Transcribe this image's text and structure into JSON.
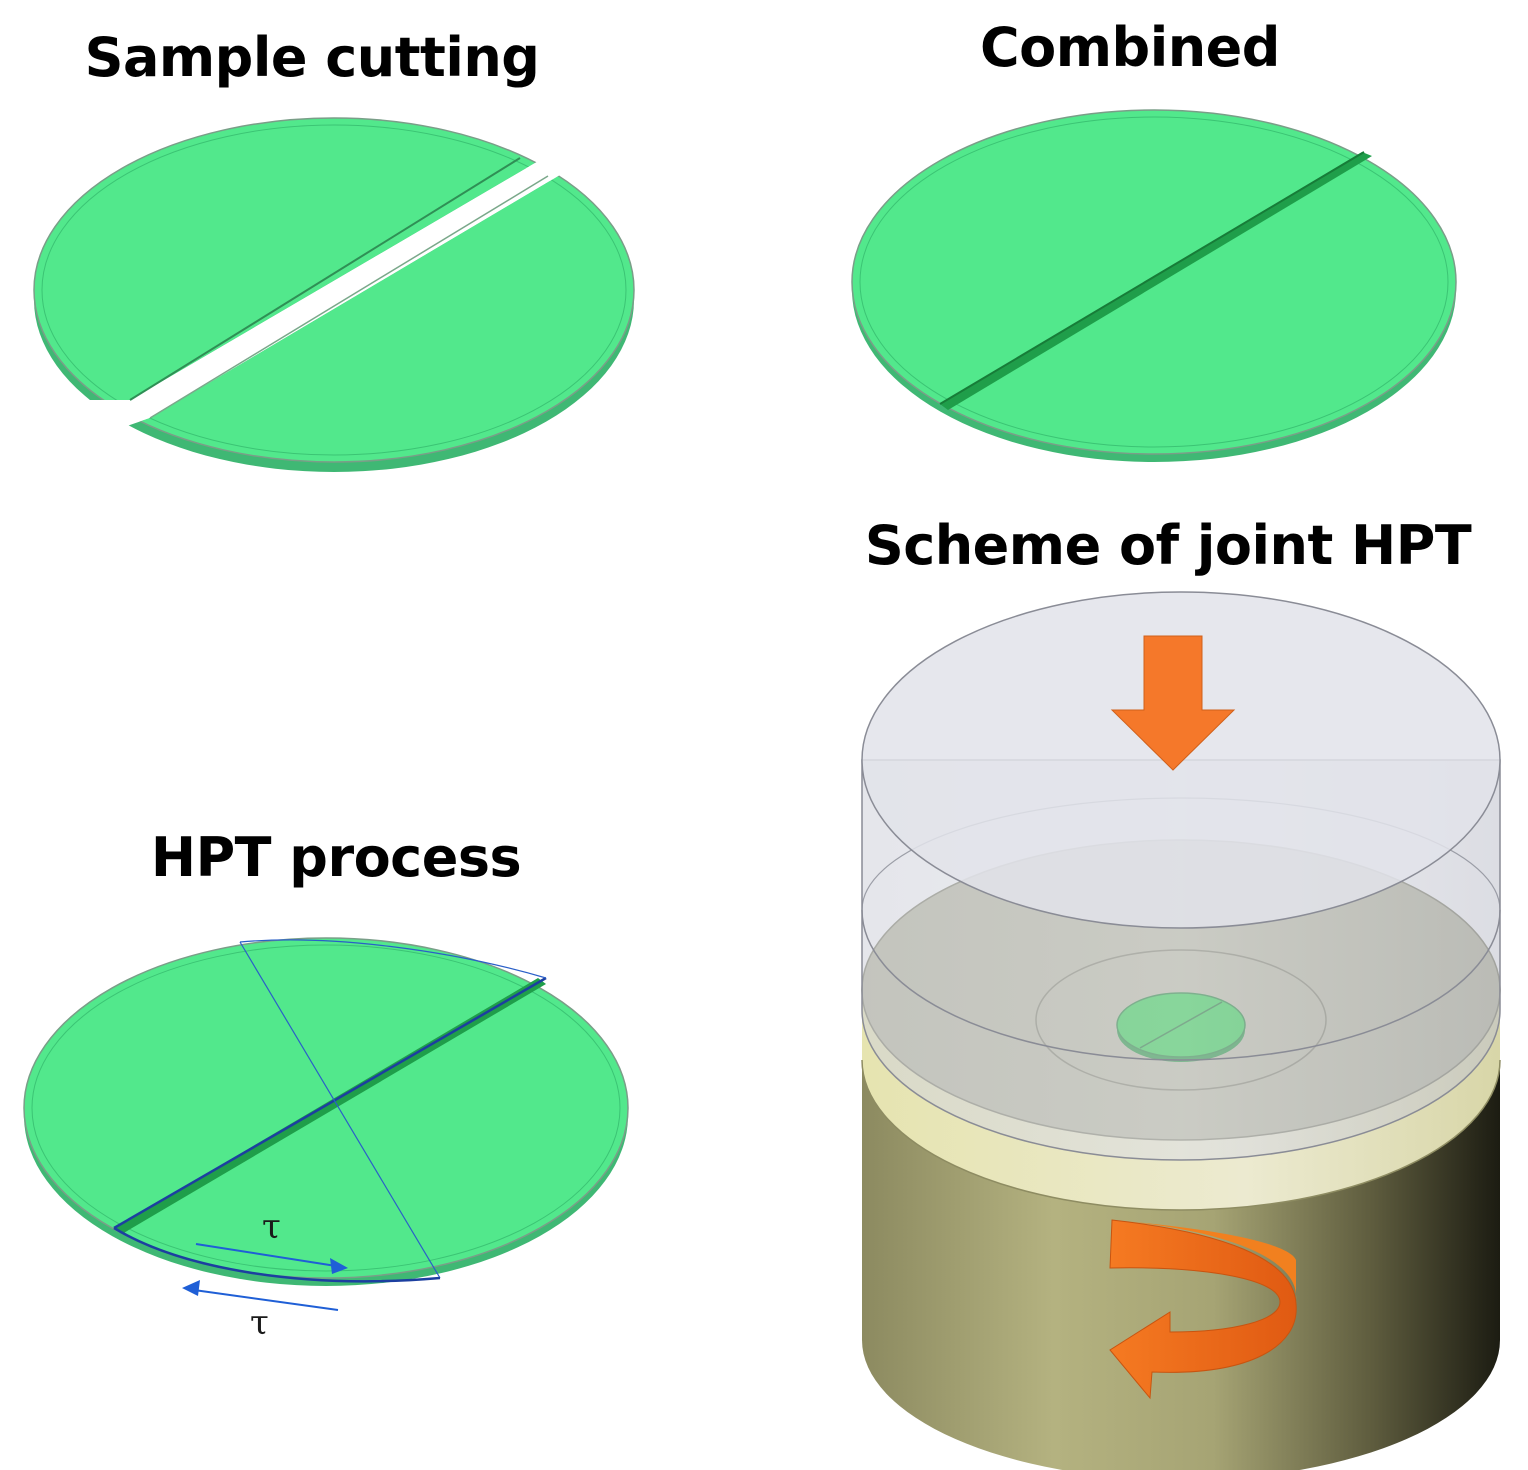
{
  "panels": {
    "sample_cutting": {
      "title": "Sample cutting"
    },
    "combined": {
      "title": "Combined"
    },
    "scheme": {
      "title": "Scheme of joint HPT"
    },
    "hpt_process": {
      "title": "HPT process",
      "shear_label_top": "τ",
      "shear_label_bottom": "τ"
    }
  },
  "colors": {
    "sample_green": "#52e88c",
    "seam_green": "#1f9e4a",
    "anvil_upper": "#d8dae2",
    "anvil_lower": "#a8a878",
    "anvil_band": "#e8e6b0",
    "arrow_orange": "#f5782a",
    "shear_blue": "#1f5fd6"
  },
  "icons": {
    "pressure_arrow": "down-arrow-icon",
    "torsion_arrow": "curved-rotation-arrow-icon"
  }
}
